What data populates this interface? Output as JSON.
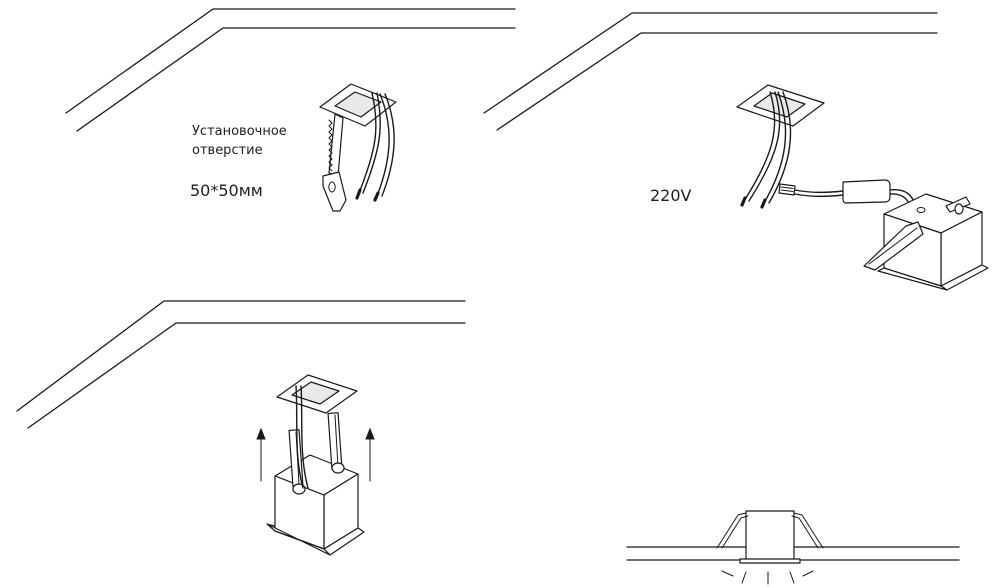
{
  "diagram": {
    "step1": {
      "label_line1": "Установочное",
      "label_line2": "отверстие",
      "size": "50*50мм"
    },
    "step2": {
      "voltage": "220V"
    },
    "step3": {},
    "step4": {}
  },
  "colors": {
    "line": "#1a1a1a",
    "background": "#ffffff"
  }
}
